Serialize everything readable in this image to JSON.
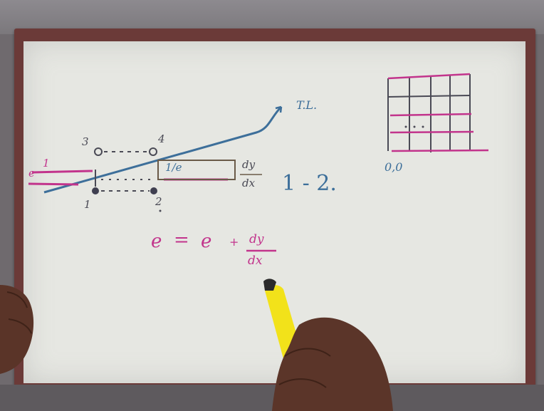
{
  "board": {
    "tangent_label": "T.L.",
    "pixel_labels": {
      "p1": "1",
      "p2": "2",
      "p3": "3",
      "p4": "4"
    },
    "error_symbol": "e",
    "small_one": "1",
    "ratio_top": "dy",
    "ratio_bottom": "dx",
    "triangle_label": "1/e",
    "transition_label": "1 - 2.",
    "origin_label": "0,0",
    "equation_lhs": "e",
    "equation_eq": "=",
    "equation_rhs": "e",
    "equation_plus": "+",
    "equation_frac_top": "dy",
    "equation_frac_bottom": "dx"
  },
  "colors": {
    "board": "#e6e7e2",
    "frame": "#6b3a38",
    "blue_ink": "#3d6f9a",
    "pink_ink": "#c2348c",
    "marker": "#f2e21a"
  }
}
